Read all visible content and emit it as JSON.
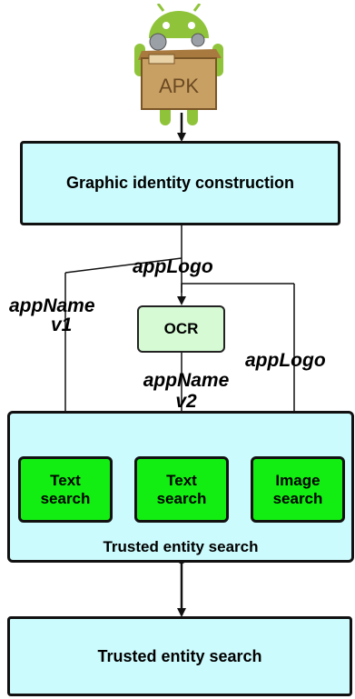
{
  "apk_icon": {
    "label": "APK",
    "icon": "android-apk-icon"
  },
  "nodes": {
    "graphic_identity": "Graphic identity construction",
    "ocr": "OCR",
    "text_search_1": "Text\nsearch",
    "text_search_2": "Text\nsearch",
    "image_search": "Image\nsearch",
    "trusted_region": "Trusted entity search",
    "trusted_final": "Trusted entity search"
  },
  "edge_labels": {
    "applogo_center": "appLogo",
    "appname_v1_a": "appName",
    "appname_v1_b": "v1",
    "appname_v2_a": "appName",
    "appname_v2_b": "v2",
    "applogo_right": "appLogo"
  },
  "colors": {
    "cyan": "#ccfbfd",
    "green": "#12ee12",
    "ocr_green": "#d6fbd4",
    "android_green": "#8fc43a",
    "box_brown": "#c9a064"
  }
}
